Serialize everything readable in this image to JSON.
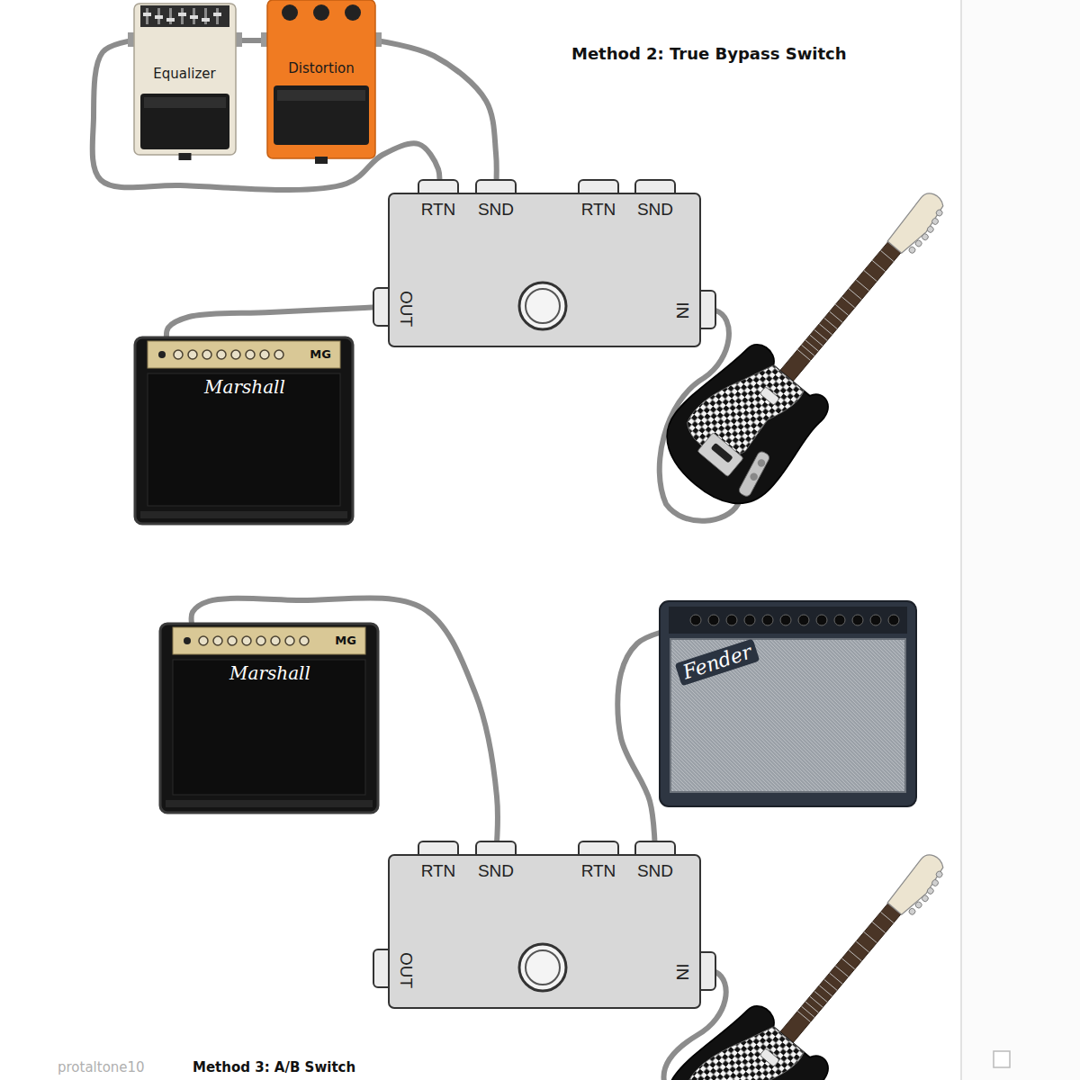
{
  "diagram": {
    "title": "Method 2: True Bypass Switch",
    "nodes": [
      {
        "text": [
          "Equalizer"
        ]
      },
      {
        "text": [
          "Distortion"
        ]
      },
      {
        "text": [
          "RTN",
          "SND",
          "RTN",
          "SND",
          "OUT",
          "IN"
        ]
      },
      {
        "text": [
          "MG",
          "Marshall"
        ]
      },
      {
        "text": [
          "MG",
          "Marshall"
        ]
      },
      {
        "text": [
          "Fender"
        ]
      },
      {
        "text": [
          "RTN",
          "SND",
          "RTN",
          "SND",
          "OUT",
          "IN"
        ]
      }
    ],
    "edges": [
      {
        "from": 2,
        "to": 1,
        "arrow": "none"
      },
      {
        "from": 1,
        "to": 0,
        "arrow": "none"
      },
      {
        "from": 0,
        "to": 2,
        "arrow": "none"
      },
      {
        "from": 2,
        "to": 3,
        "arrow": "none"
      },
      {
        "from": 6,
        "to": 4,
        "arrow": "none"
      },
      {
        "from": 6,
        "to": 5,
        "arrow": "none"
      }
    ],
    "labels": [
      "protaltone10",
      "Method 3: A/B Switch"
    ]
  }
}
